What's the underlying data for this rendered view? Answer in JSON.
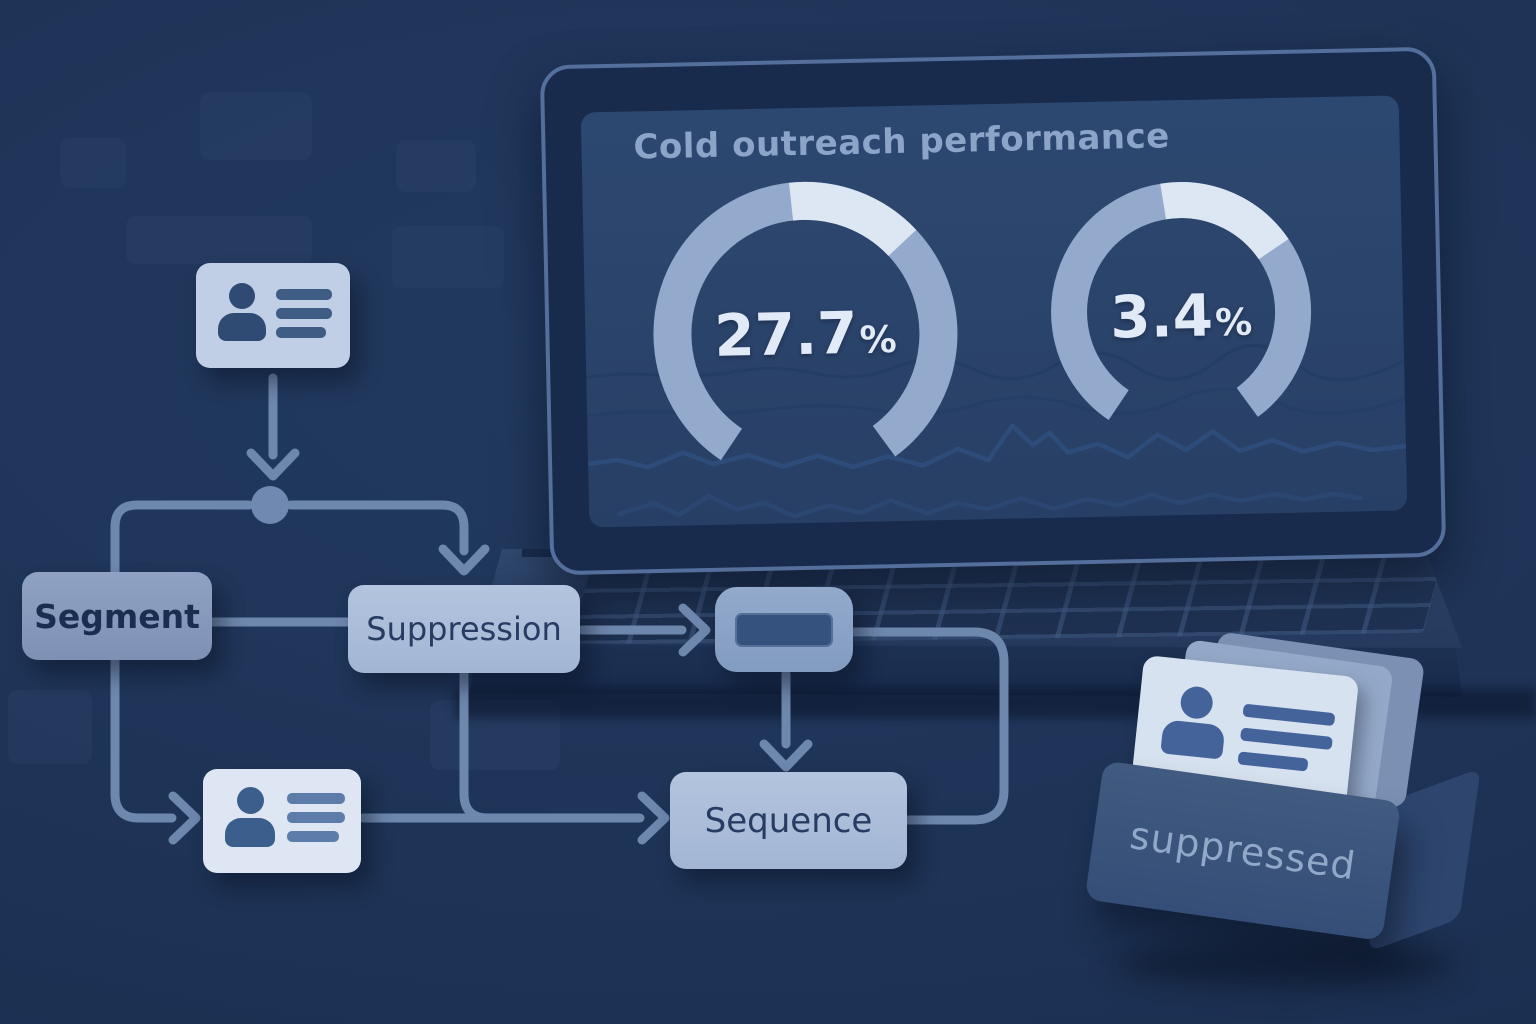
{
  "scene": {
    "background_color": "#1e3356",
    "line_color": "#6e87ad"
  },
  "flowchart": {
    "segment": {
      "label": "Segment"
    },
    "suppression": {
      "label": "Suppression"
    },
    "sequence": {
      "label": "Sequence"
    },
    "contact_card_top": {
      "icon": "person-icon",
      "detail_lines": 3
    },
    "contact_card_bottom": {
      "icon": "person-icon",
      "detail_lines": 3
    },
    "junction_dot": {
      "shape": "circle"
    },
    "router_node": {
      "shape": "rounded-box-with-slot"
    }
  },
  "laptop": {
    "dashboard": {
      "title": "Cold outreach performance",
      "gauges": [
        {
          "value": "27.7",
          "unit": "%"
        },
        {
          "value": "3.4",
          "unit": "%"
        }
      ]
    }
  },
  "suppressed_bin": {
    "label": "suppressed",
    "stacked_cards": 3,
    "front_card_icon": "person-icon"
  },
  "chart_data": {
    "type": "gauge",
    "title": "Cold outreach performance",
    "gauges": [
      {
        "value": 27.7,
        "unit": "%"
      },
      {
        "value": 3.4,
        "unit": "%"
      }
    ],
    "style": "horseshoe arc open at bottom, light highlight segment at top-right",
    "colors": {
      "arc_base": "#94aacc",
      "arc_highlight": "#dde7f4",
      "value_text": "#e2eaf7"
    }
  },
  "colors": {
    "box_light_fill": "#a9bcd9",
    "box_gray_fill": "#8799bc",
    "card_fill": "#c5d3e8",
    "dark_navy_text": "#1b2e52",
    "bin_front": "#3d5781",
    "bin_label": "#92a8c9"
  }
}
